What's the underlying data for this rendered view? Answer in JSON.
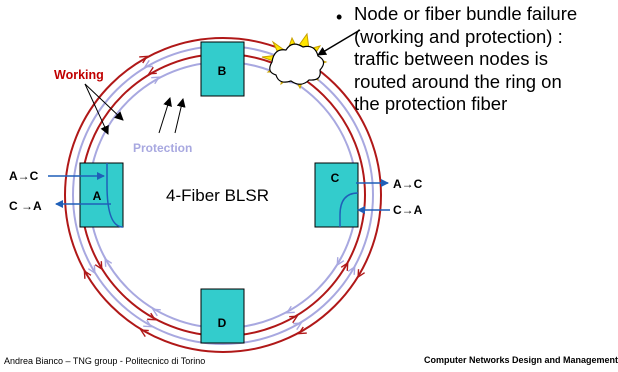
{
  "diagram": {
    "center_label": "4-Fiber BLSR",
    "working_label": "Working",
    "protection_label": "Protection",
    "nodes": [
      {
        "id": "B",
        "label": "B"
      },
      {
        "id": "A",
        "label": "A"
      },
      {
        "id": "C",
        "label": "C"
      },
      {
        "id": "D",
        "label": "D"
      }
    ],
    "traffic": {
      "a_in": "A→C",
      "a_out": "C →A",
      "c_out": "A→C",
      "c_in": "C→A"
    },
    "colors": {
      "working": "#b01818",
      "protection": "#a8a8e0",
      "node_fill": "#33cccc",
      "traffic_arrow": "#1f5fb8",
      "working_text": "#c00000",
      "protection_text": "#a8a8e0"
    }
  },
  "bullet": {
    "lines": [
      "Node or fiber bundle failure",
      "(working and protection) :",
      "traffic between nodes is",
      "routed around the ring on",
      "the protection fiber"
    ]
  },
  "footer": {
    "left": "Andrea Bianco – TNG group - Politecnico di Torino",
    "right": "Computer Networks Design and Management"
  }
}
